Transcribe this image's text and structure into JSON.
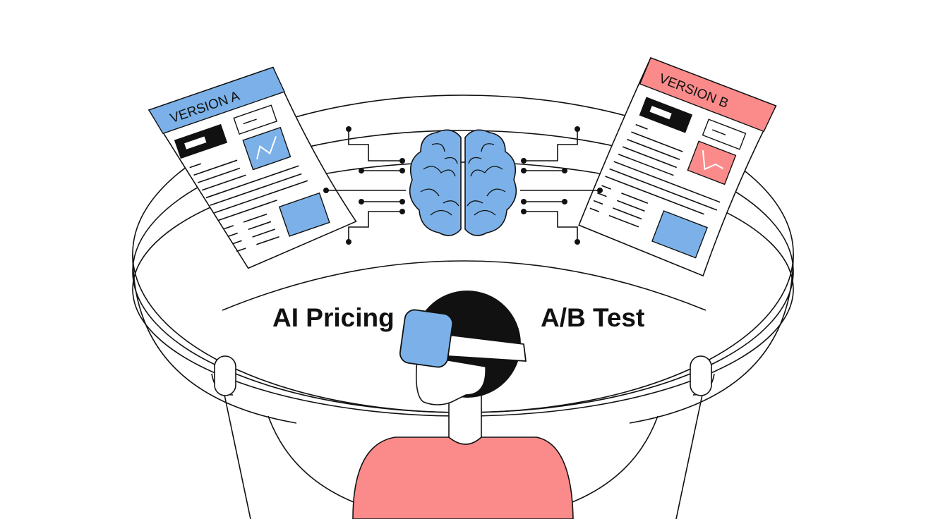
{
  "labels": {
    "left": "AI Pricing",
    "right": "A/B Test"
  },
  "doc_a": {
    "header": "VERSION A",
    "color": "#7bb1e8"
  },
  "doc_b": {
    "header": "VERSION B",
    "color": "#fb8b8b"
  },
  "colors": {
    "blue": "#7bb1e8",
    "pink": "#fb8b8b",
    "ink": "#111111"
  }
}
